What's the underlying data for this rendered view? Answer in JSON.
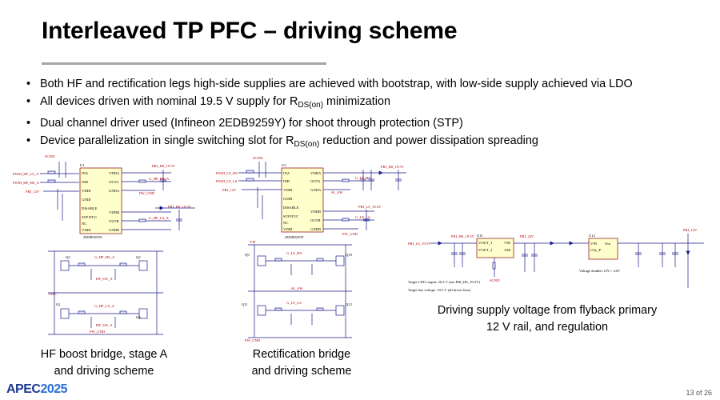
{
  "slide": {
    "title": "Interleaved TP PFC – driving scheme",
    "bullets": [
      {
        "text": "Both HF and rectification legs high-side supplies are achieved with bootstrap, with low-side supply achieved via LDO",
        "sub": "",
        "after": ""
      },
      {
        "text": "All devices driven with nominal 19.5 V supply for R",
        "sub": "DS(on)",
        "after": " minimization"
      },
      {
        "text": "Dual channel driver used (Infineon 2EDB9259Y) for shoot through protection (STP)",
        "sub": "",
        "after": ""
      },
      {
        "text": "Device parallelization in single switching slot for R",
        "sub": "DS(on)",
        "after": " reduction and power dissipation spreading"
      }
    ],
    "captions": {
      "hf": [
        "HF boost bridge, stage A",
        "and driving scheme"
      ],
      "rect": [
        "Rectification bridge",
        "and driving scheme"
      ],
      "supply": [
        "Driving supply voltage from flyback primary",
        "12 V rail, and regulation"
      ]
    },
    "footer": {
      "logo_main": "APEC",
      "logo_year": "2025",
      "page": "13 of 26"
    }
  },
  "schematics": {
    "hf_driver": {
      "ref": "U1",
      "part": "2EDB9259Y",
      "vout": "PRI_HS_19.5V",
      "sgnd": "SGND",
      "pwgnd": "PW_GND",
      "in_a": "PWM_HF_LS_A",
      "in_b": "PWM_HF_HS_A",
      "vdd": "PRI_12V",
      "out_a": "G_HF_HS_A",
      "out_b": "G_HF_LS_A",
      "pins_left": [
        "INA",
        "INB",
        "VDDI",
        "GNDI",
        "DISABLE",
        "STP DT/C",
        "NC",
        "VDDI"
      ],
      "pins_right": [
        "VDDA",
        "OUTA",
        "GNDA",
        "",
        "VDDB",
        "OUTB",
        "GNDB"
      ]
    },
    "rect_driver": {
      "ref": "U3",
      "part": "2EDB9259Y",
      "sgnd": "SGND",
      "in_a": "PWM_LF_HS",
      "in_b": "PWM_LF_LS",
      "vdd": "PRI_12V",
      "out_a": "G_LF_HS",
      "out_b": "G_LF_LS",
      "v_hs": "PRI_HS_19.5V",
      "v_ls": "PRI_LS_19.5V",
      "pins_left": [
        "INA",
        "INB",
        "VDDI",
        "GNDI",
        "DISABLE",
        "STP DT/C",
        "NC",
        "VDDI"
      ],
      "pins_right": [
        "VDDA",
        "OUTA",
        "GNDA",
        "",
        "VDDB",
        "OUTB",
        "GNDB"
      ]
    },
    "hf_bridge": {
      "q": [
        "Q1",
        "Q2",
        "Q3",
        "Q4"
      ],
      "node": "VPFC",
      "gate_hs": "G_HF_HS_A",
      "gate_ls": "G_HF_LS_A",
      "sw_a": "HF_SW_A"
    },
    "rect_bridge": {
      "q": [
        "Q9",
        "Q10",
        "Q11",
        "Q12"
      ],
      "node": "VIP",
      "gate_hs": "G_LF_HS",
      "gate_ls": "G_LF_LS",
      "sw": "SL_SW",
      "gnd": "PW_GND"
    },
    "supply": {
      "in": "PRI_LS_19.5V",
      "hs": "PRI_HS_19.5V",
      "out": "PRI_24V",
      "rail": "PRI_12V",
      "ldo": "U11",
      "ldo_pins": [
        "VOUT_1",
        "VOUT_2",
        "VIN",
        "ADJ"
      ],
      "conv": "U12",
      "note1": "Target LDO output: 20.2 V (not PRI_HS_19.5V)",
      "note2": "Target bus voltage: 19.5 V (all driver bias)",
      "note3": "Voltage doubler 12V-> 24V",
      "gnd": "SGND"
    }
  }
}
